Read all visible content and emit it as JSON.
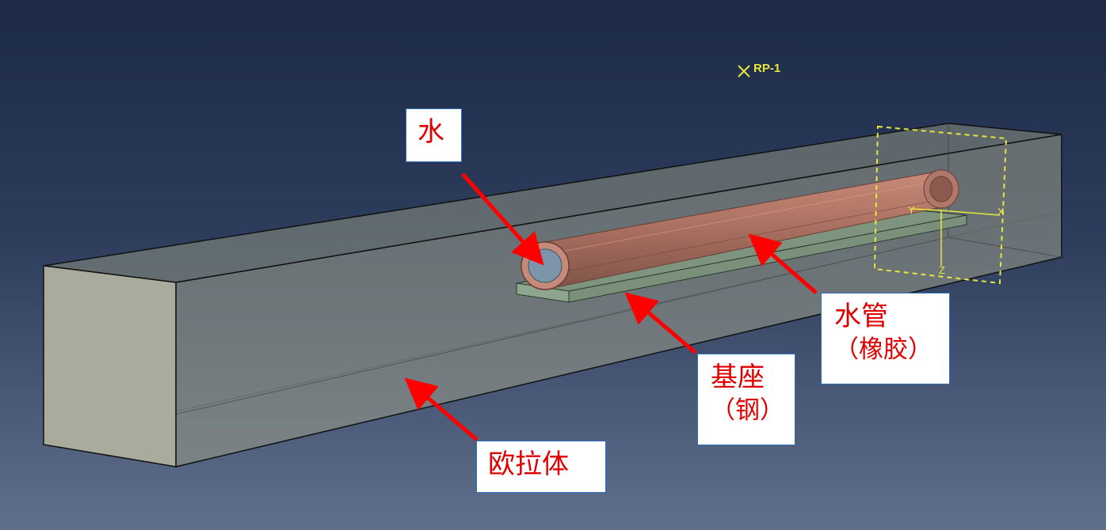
{
  "reference_point": {
    "label": "RP-1"
  },
  "csys_axes": {
    "x": "X",
    "y": "Y",
    "z": "Z"
  },
  "callouts": {
    "water": {
      "line1": "水"
    },
    "pipe": {
      "line1": "水管",
      "line2": "（橡胶）"
    },
    "base": {
      "line1": "基座",
      "line2": "（钢）"
    },
    "euler": {
      "line1": "欧拉体"
    }
  },
  "colors": {
    "background_top": "#1c2a47",
    "background_bottom": "#5f6f8c",
    "euler_box": "#a9ac9c",
    "pipe": "#b07868",
    "base": "#8fa58f",
    "arrow": "#ff0000",
    "callout_text": "#e00000",
    "callout_border": "#2f6fbf",
    "datum_yellow": "#e6e640"
  }
}
